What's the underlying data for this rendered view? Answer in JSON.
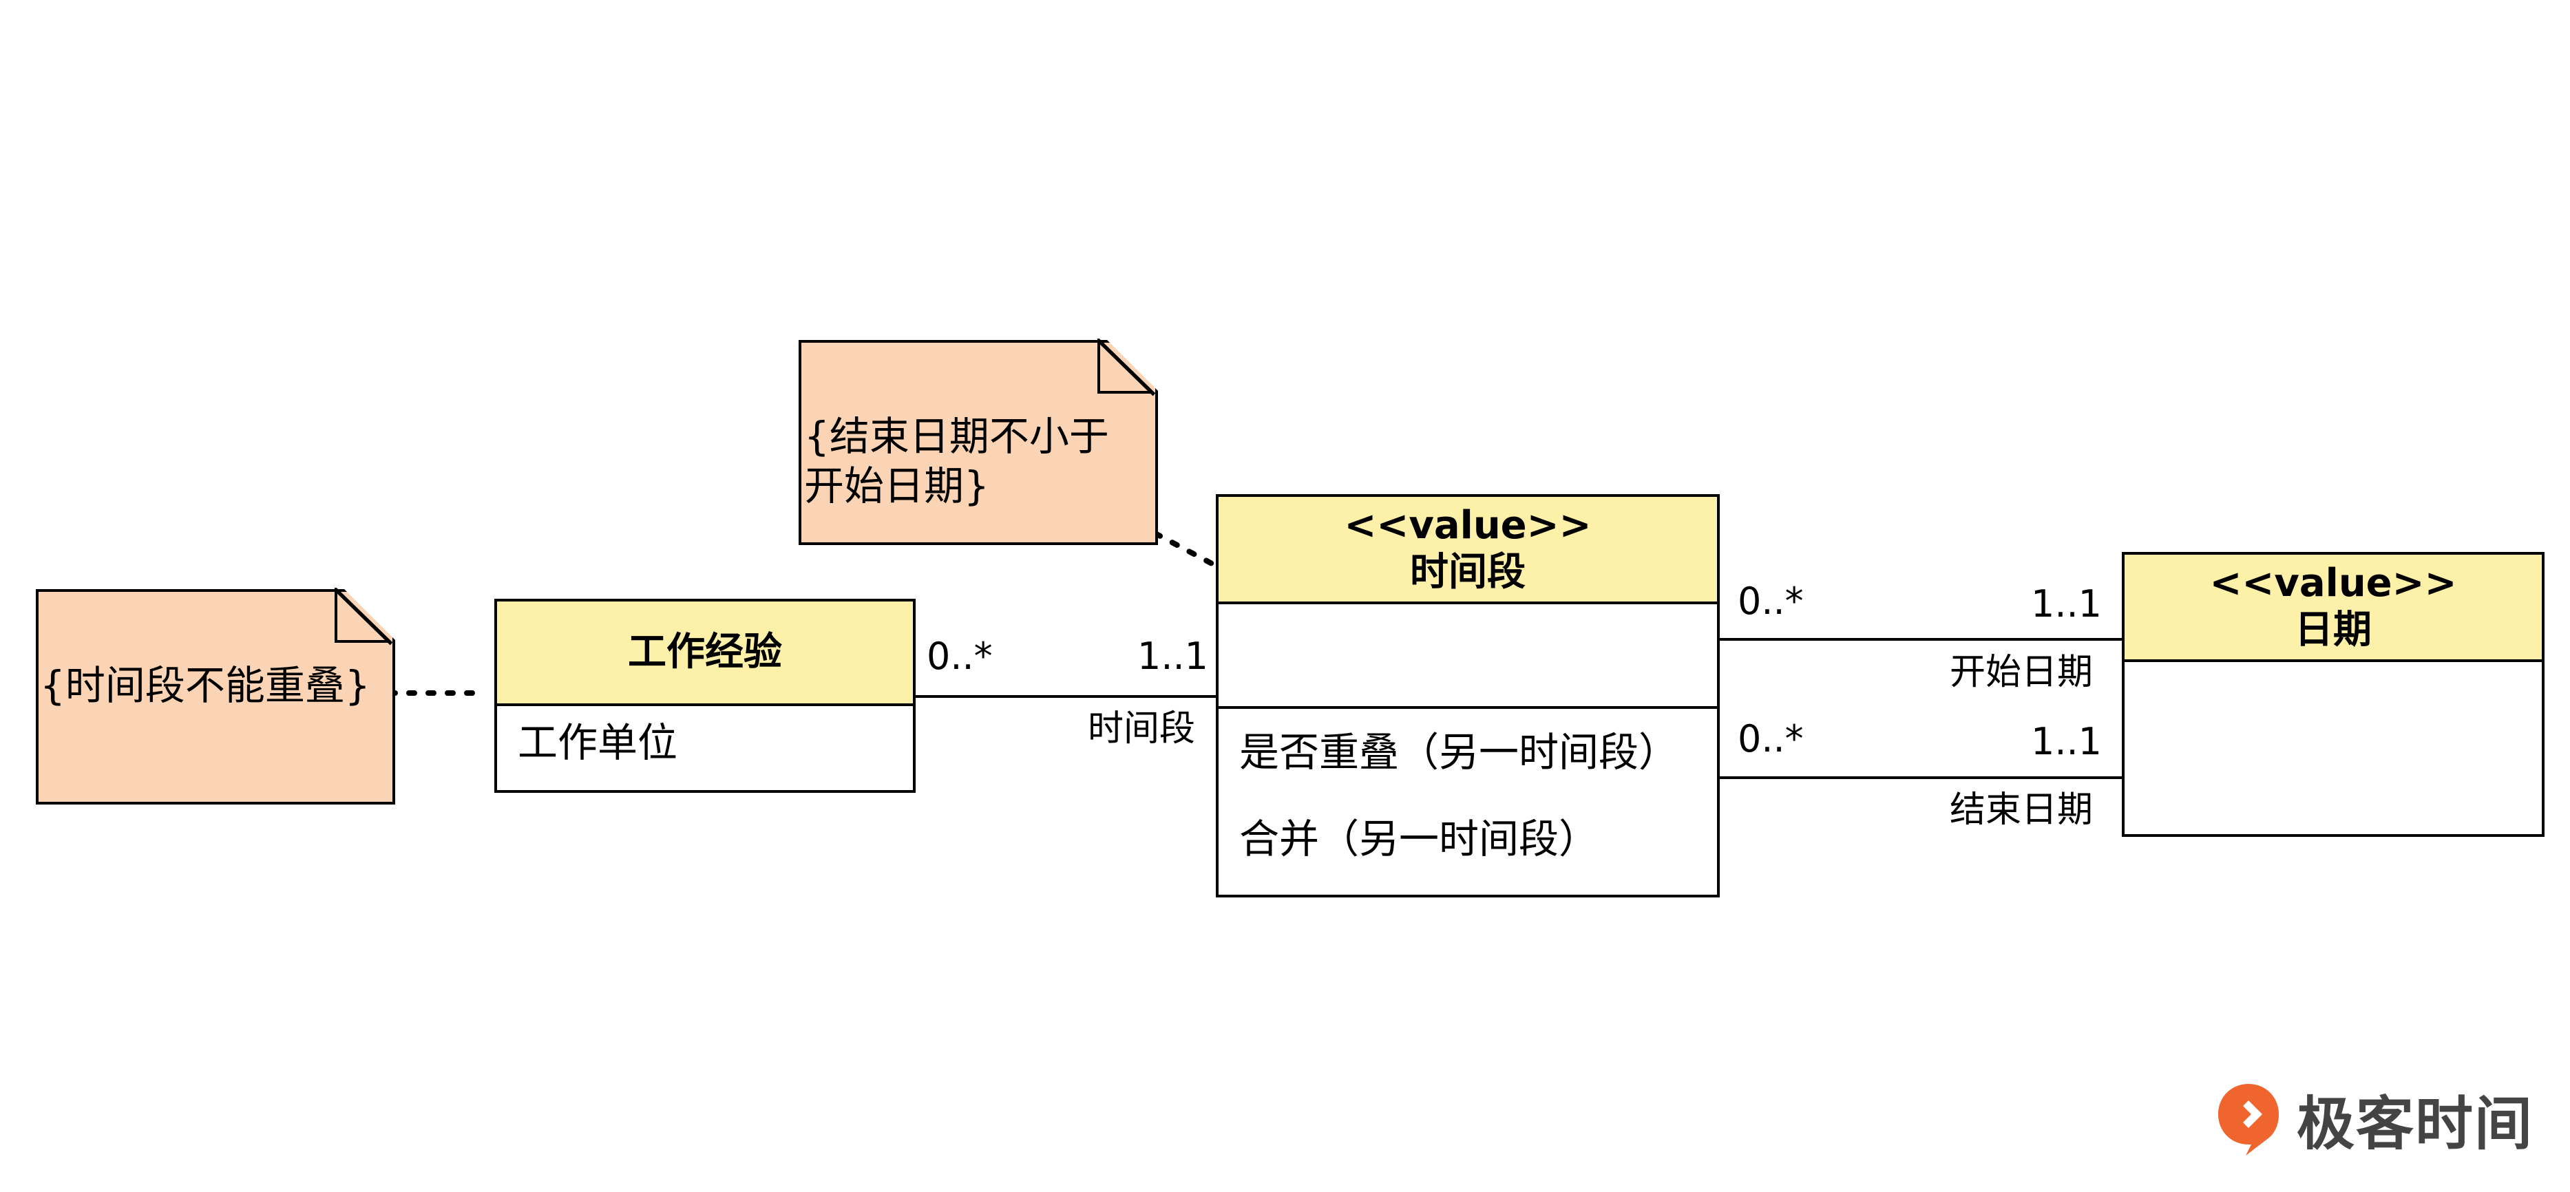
{
  "notes": {
    "no_overlap": "{时间段不能重叠}",
    "end_date_rule": "{结束日期不小于\n开始日期}"
  },
  "classes": {
    "work_experience": {
      "title": "工作经验",
      "attributes": [
        "工作单位"
      ]
    },
    "time_period": {
      "stereotype": "<<value>>",
      "title": "时间段",
      "operations": [
        "是否重叠（另一时间段）",
        "合并（另一时间段）"
      ]
    },
    "date": {
      "stereotype": "<<value>>",
      "title": "日期"
    }
  },
  "associations": {
    "work_to_period": {
      "source_mult": "0..*",
      "target_mult": "1..1",
      "role": "时间段"
    },
    "period_start": {
      "source_mult": "0..*",
      "target_mult": "1..1",
      "role": "开始日期"
    },
    "period_end": {
      "source_mult": "0..*",
      "target_mult": "1..1",
      "role": "结束日期"
    }
  },
  "brand": {
    "name": "极客时间",
    "accent": "#F0642D"
  },
  "colors": {
    "note_fill": "#FAD4B5",
    "class_header_fill": "#FDF0A8",
    "line": "#000000"
  }
}
